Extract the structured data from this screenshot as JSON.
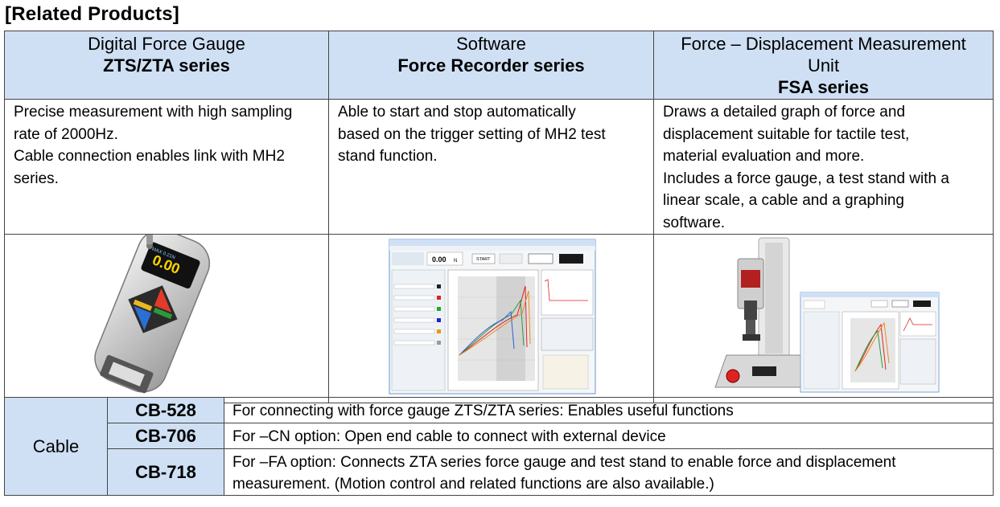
{
  "title": "[Related Products]",
  "products": [
    {
      "category": "Digital Force Gauge",
      "series": "ZTS/ZTA series",
      "description": [
        "Precise measurement with high sampling",
        "rate of 2000Hz.",
        "Cable connection enables link with MH2",
        "series."
      ]
    },
    {
      "category": "Software",
      "series": "Force Recorder series",
      "description": [
        "Able to start and stop automatically",
        "based on the trigger setting of MH2 test",
        "stand function."
      ]
    },
    {
      "category_lines": [
        "Force – Displacement Measurement",
        "Unit"
      ],
      "series": "FSA series",
      "description": [
        "Draws a detailed graph of force and",
        "displacement suitable for tactile test,",
        "material evaluation and more.",
        "Includes a force gauge, a test stand with a",
        "linear scale, a cable and a graphing",
        "software."
      ]
    }
  ],
  "software_screen": {
    "reading": "0.00",
    "unit": "N",
    "start_label": "START"
  },
  "cable": {
    "label": "Cable",
    "items": [
      {
        "code": "CB-528",
        "description_lines": [
          "For connecting with force gauge ZTS/ZTA series: Enables useful functions"
        ]
      },
      {
        "code": "CB-706",
        "description_lines": [
          "For –CN option: Open end cable to connect with external device"
        ]
      },
      {
        "code": "CB-718",
        "description_lines": [
          "For –FA option: Connects ZTA series force gauge and test stand to enable force and displacement",
          "measurement. (Motion control and related functions are also available.)"
        ]
      }
    ]
  },
  "colors": {
    "header_bg": "#cfe0f4",
    "border": "#444444"
  }
}
